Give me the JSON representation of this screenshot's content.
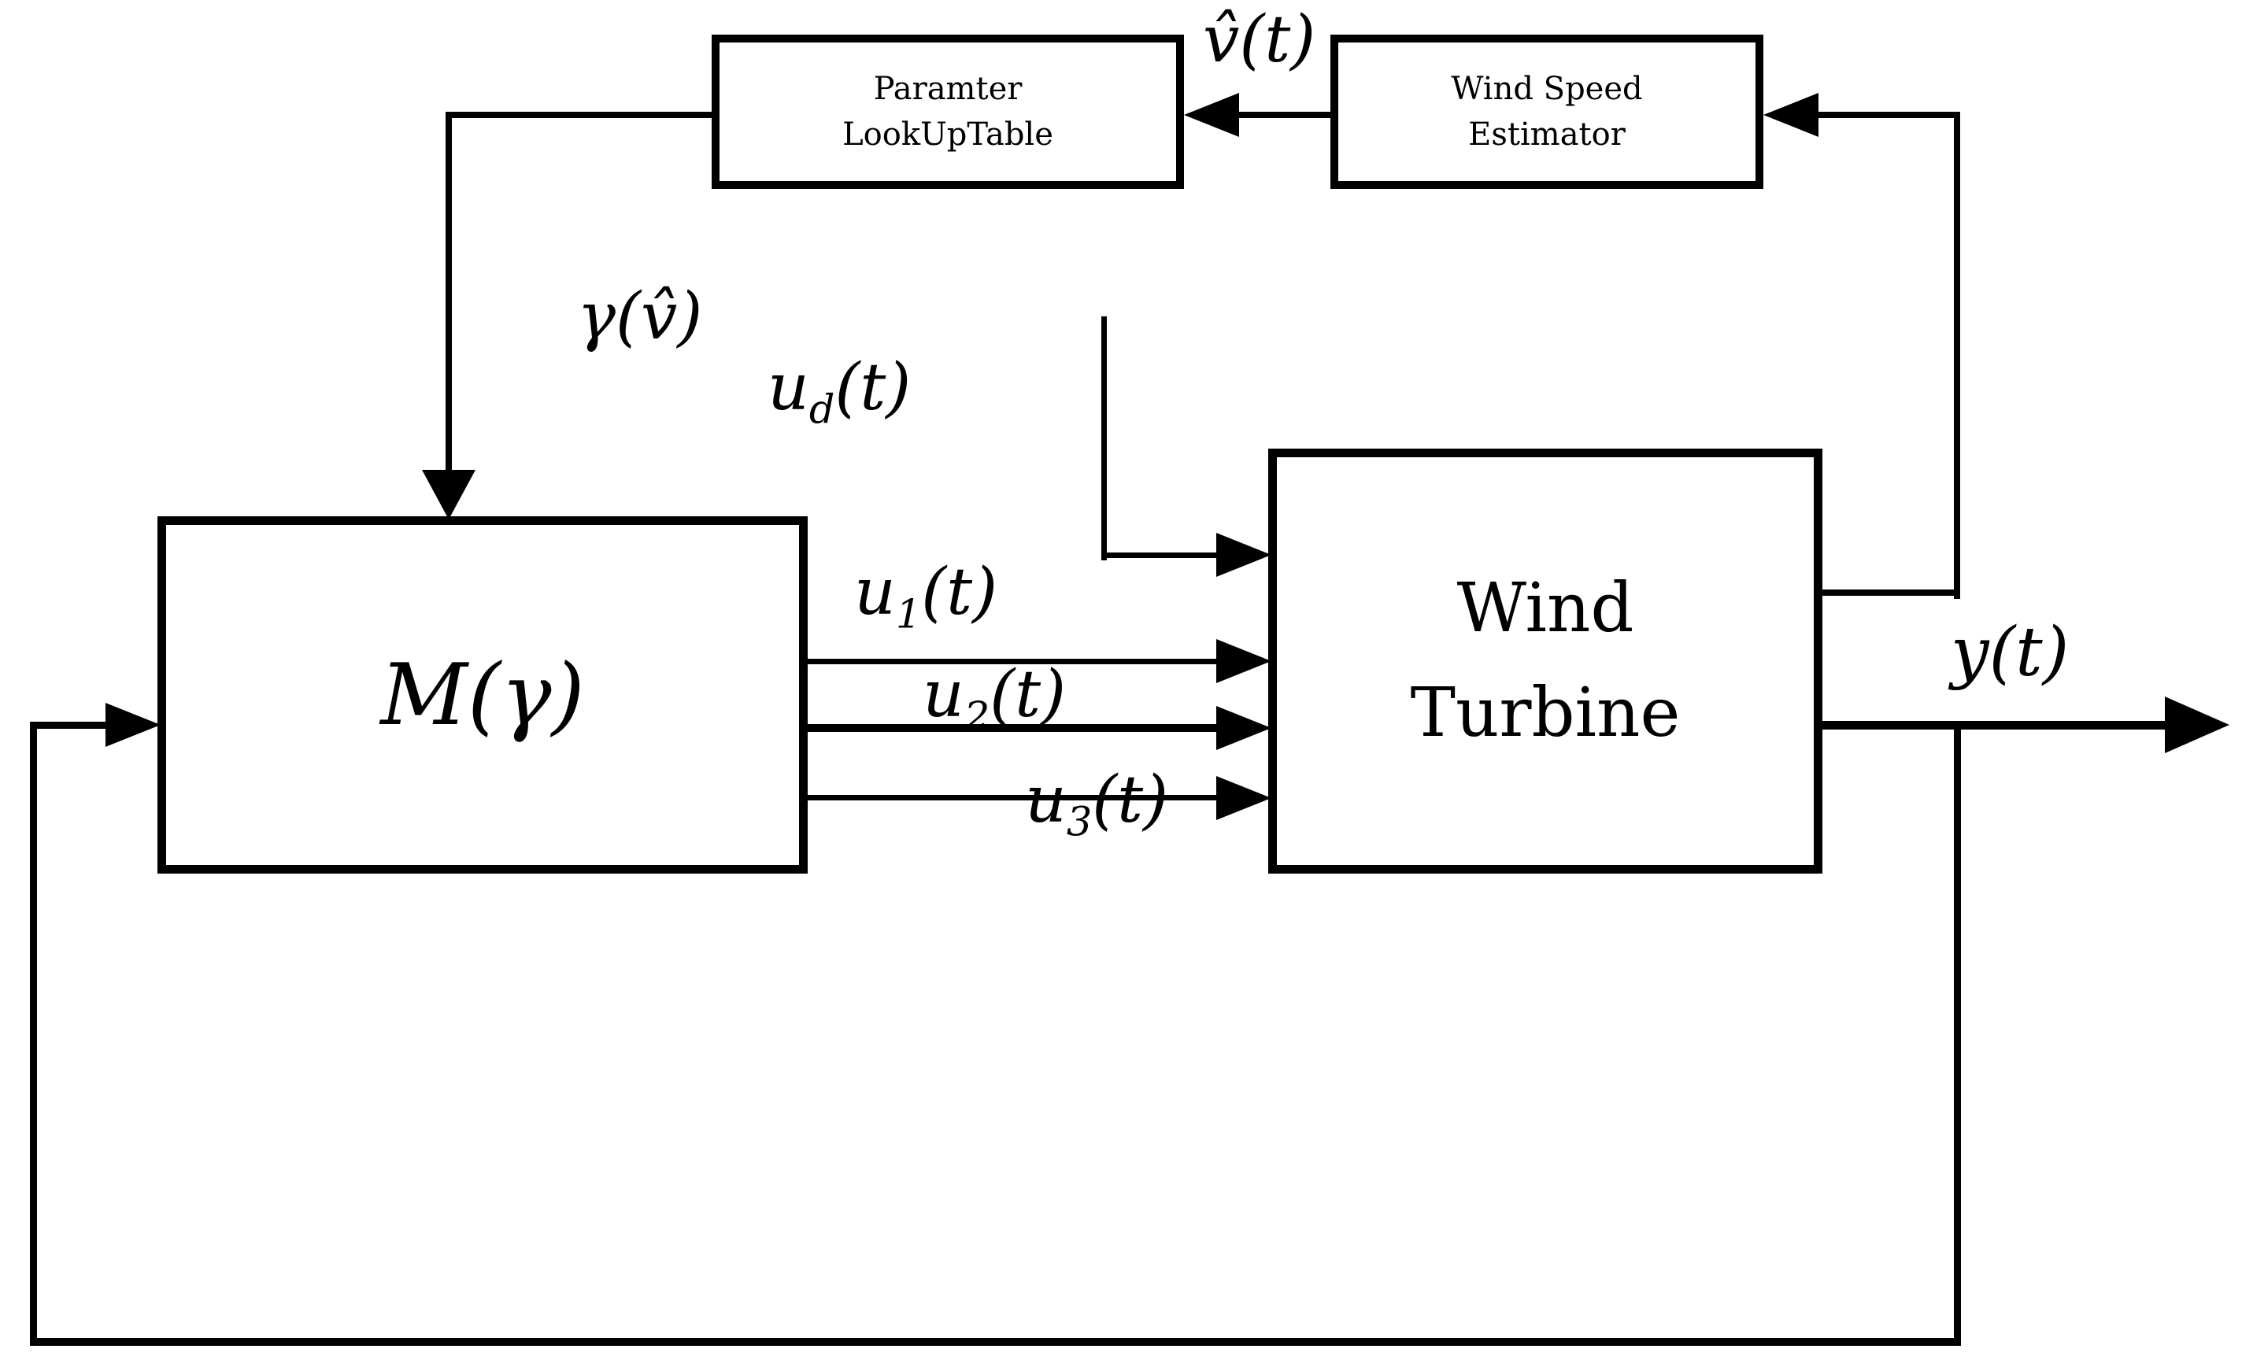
{
  "diagram_title": "Gain-scheduled wind turbine control block diagram",
  "colors": {
    "line": "#000000",
    "background": "#ffffff",
    "text": "#000000"
  },
  "blocks": {
    "parameter_lookup": {
      "line1": "Paramter",
      "line2": "LookUpTable"
    },
    "wind_speed_estimator": {
      "line1": "Wind Speed",
      "line2": "Estimator"
    },
    "controller": {
      "label": "M(γ)"
    },
    "wind_turbine": {
      "line1": "Wind",
      "line2": "Turbine"
    }
  },
  "signals": {
    "v_hat": {
      "text": "v̂(t)"
    },
    "gamma_v_hat": {
      "text": "γ(v̂)"
    },
    "u_d": {
      "base": "u",
      "sub": "d",
      "rest": "(t)"
    },
    "u_1": {
      "base": "u",
      "sub": "1",
      "rest": "(t)"
    },
    "u_2": {
      "base": "u",
      "sub": "2",
      "rest": "(t)"
    },
    "u_3": {
      "base": "u",
      "sub": "3",
      "rest": "(t)"
    },
    "y": {
      "text": "y(t)"
    }
  }
}
